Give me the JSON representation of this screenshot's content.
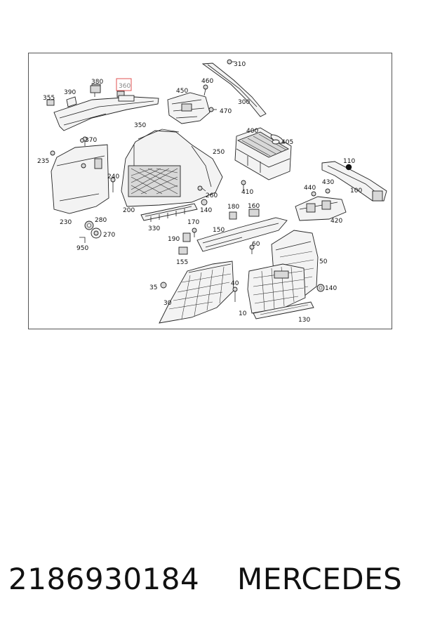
{
  "diagram": {
    "highlight_color": "#e05050",
    "callouts": [
      {
        "id": "c310",
        "label": "310"
      },
      {
        "id": "c460",
        "label": "460"
      },
      {
        "id": "c380",
        "label": "380"
      },
      {
        "id": "c360",
        "label": "360",
        "highlighted": true
      },
      {
        "id": "c450",
        "label": "450"
      },
      {
        "id": "c355",
        "label": "355"
      },
      {
        "id": "c390",
        "label": "390"
      },
      {
        "id": "c300",
        "label": "300"
      },
      {
        "id": "c470",
        "label": "470"
      },
      {
        "id": "c350",
        "label": "350"
      },
      {
        "id": "c400",
        "label": "400"
      },
      {
        "id": "c370",
        "label": "370"
      },
      {
        "id": "c405",
        "label": "405"
      },
      {
        "id": "c250",
        "label": "250"
      },
      {
        "id": "c235",
        "label": "235"
      },
      {
        "id": "c110",
        "label": "110"
      },
      {
        "id": "c240",
        "label": "240"
      },
      {
        "id": "c430",
        "label": "430"
      },
      {
        "id": "c440",
        "label": "440"
      },
      {
        "id": "c410",
        "label": "410"
      },
      {
        "id": "c100",
        "label": "100"
      },
      {
        "id": "c260",
        "label": "260"
      },
      {
        "id": "c200",
        "label": "200"
      },
      {
        "id": "c140a",
        "label": "140"
      },
      {
        "id": "c180",
        "label": "180"
      },
      {
        "id": "c160",
        "label": "160"
      },
      {
        "id": "c230",
        "label": "230"
      },
      {
        "id": "c280",
        "label": "280"
      },
      {
        "id": "c420",
        "label": "420"
      },
      {
        "id": "c330",
        "label": "330"
      },
      {
        "id": "c170",
        "label": "170"
      },
      {
        "id": "c270",
        "label": "270"
      },
      {
        "id": "c150",
        "label": "150"
      },
      {
        "id": "c190",
        "label": "190"
      },
      {
        "id": "c950",
        "label": "950"
      },
      {
        "id": "c60",
        "label": "60"
      },
      {
        "id": "c155",
        "label": "155"
      },
      {
        "id": "c50",
        "label": "50"
      },
      {
        "id": "c40",
        "label": "40"
      },
      {
        "id": "c35",
        "label": "35"
      },
      {
        "id": "c140b",
        "label": "140"
      },
      {
        "id": "c30",
        "label": "30"
      },
      {
        "id": "c10",
        "label": "10"
      },
      {
        "id": "c130",
        "label": "130"
      }
    ]
  },
  "footer": {
    "part_number": "2186930184",
    "brand": "MERCEDES"
  }
}
